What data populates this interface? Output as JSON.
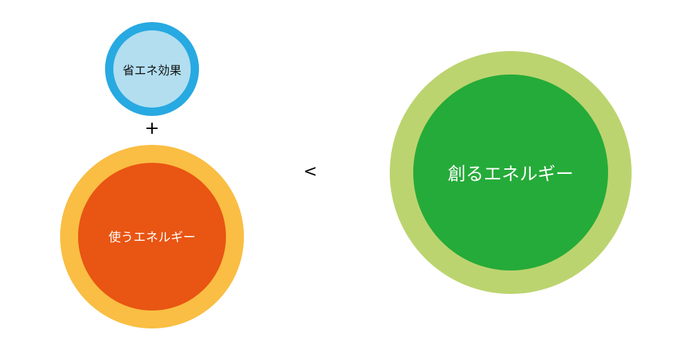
{
  "saving": {
    "label": "省エネ効果",
    "outer_color": "#27a9e1",
    "inner_color": "#b2def0"
  },
  "plus_symbol": "+",
  "using": {
    "label": "使うエネルギー",
    "outer_color": "#f9be43",
    "inner_color": "#e95513"
  },
  "comparison_symbol": "<",
  "creating": {
    "label": "創るエネルギー",
    "outer_color": "#bcd46f",
    "inner_color": "#25ab39"
  }
}
